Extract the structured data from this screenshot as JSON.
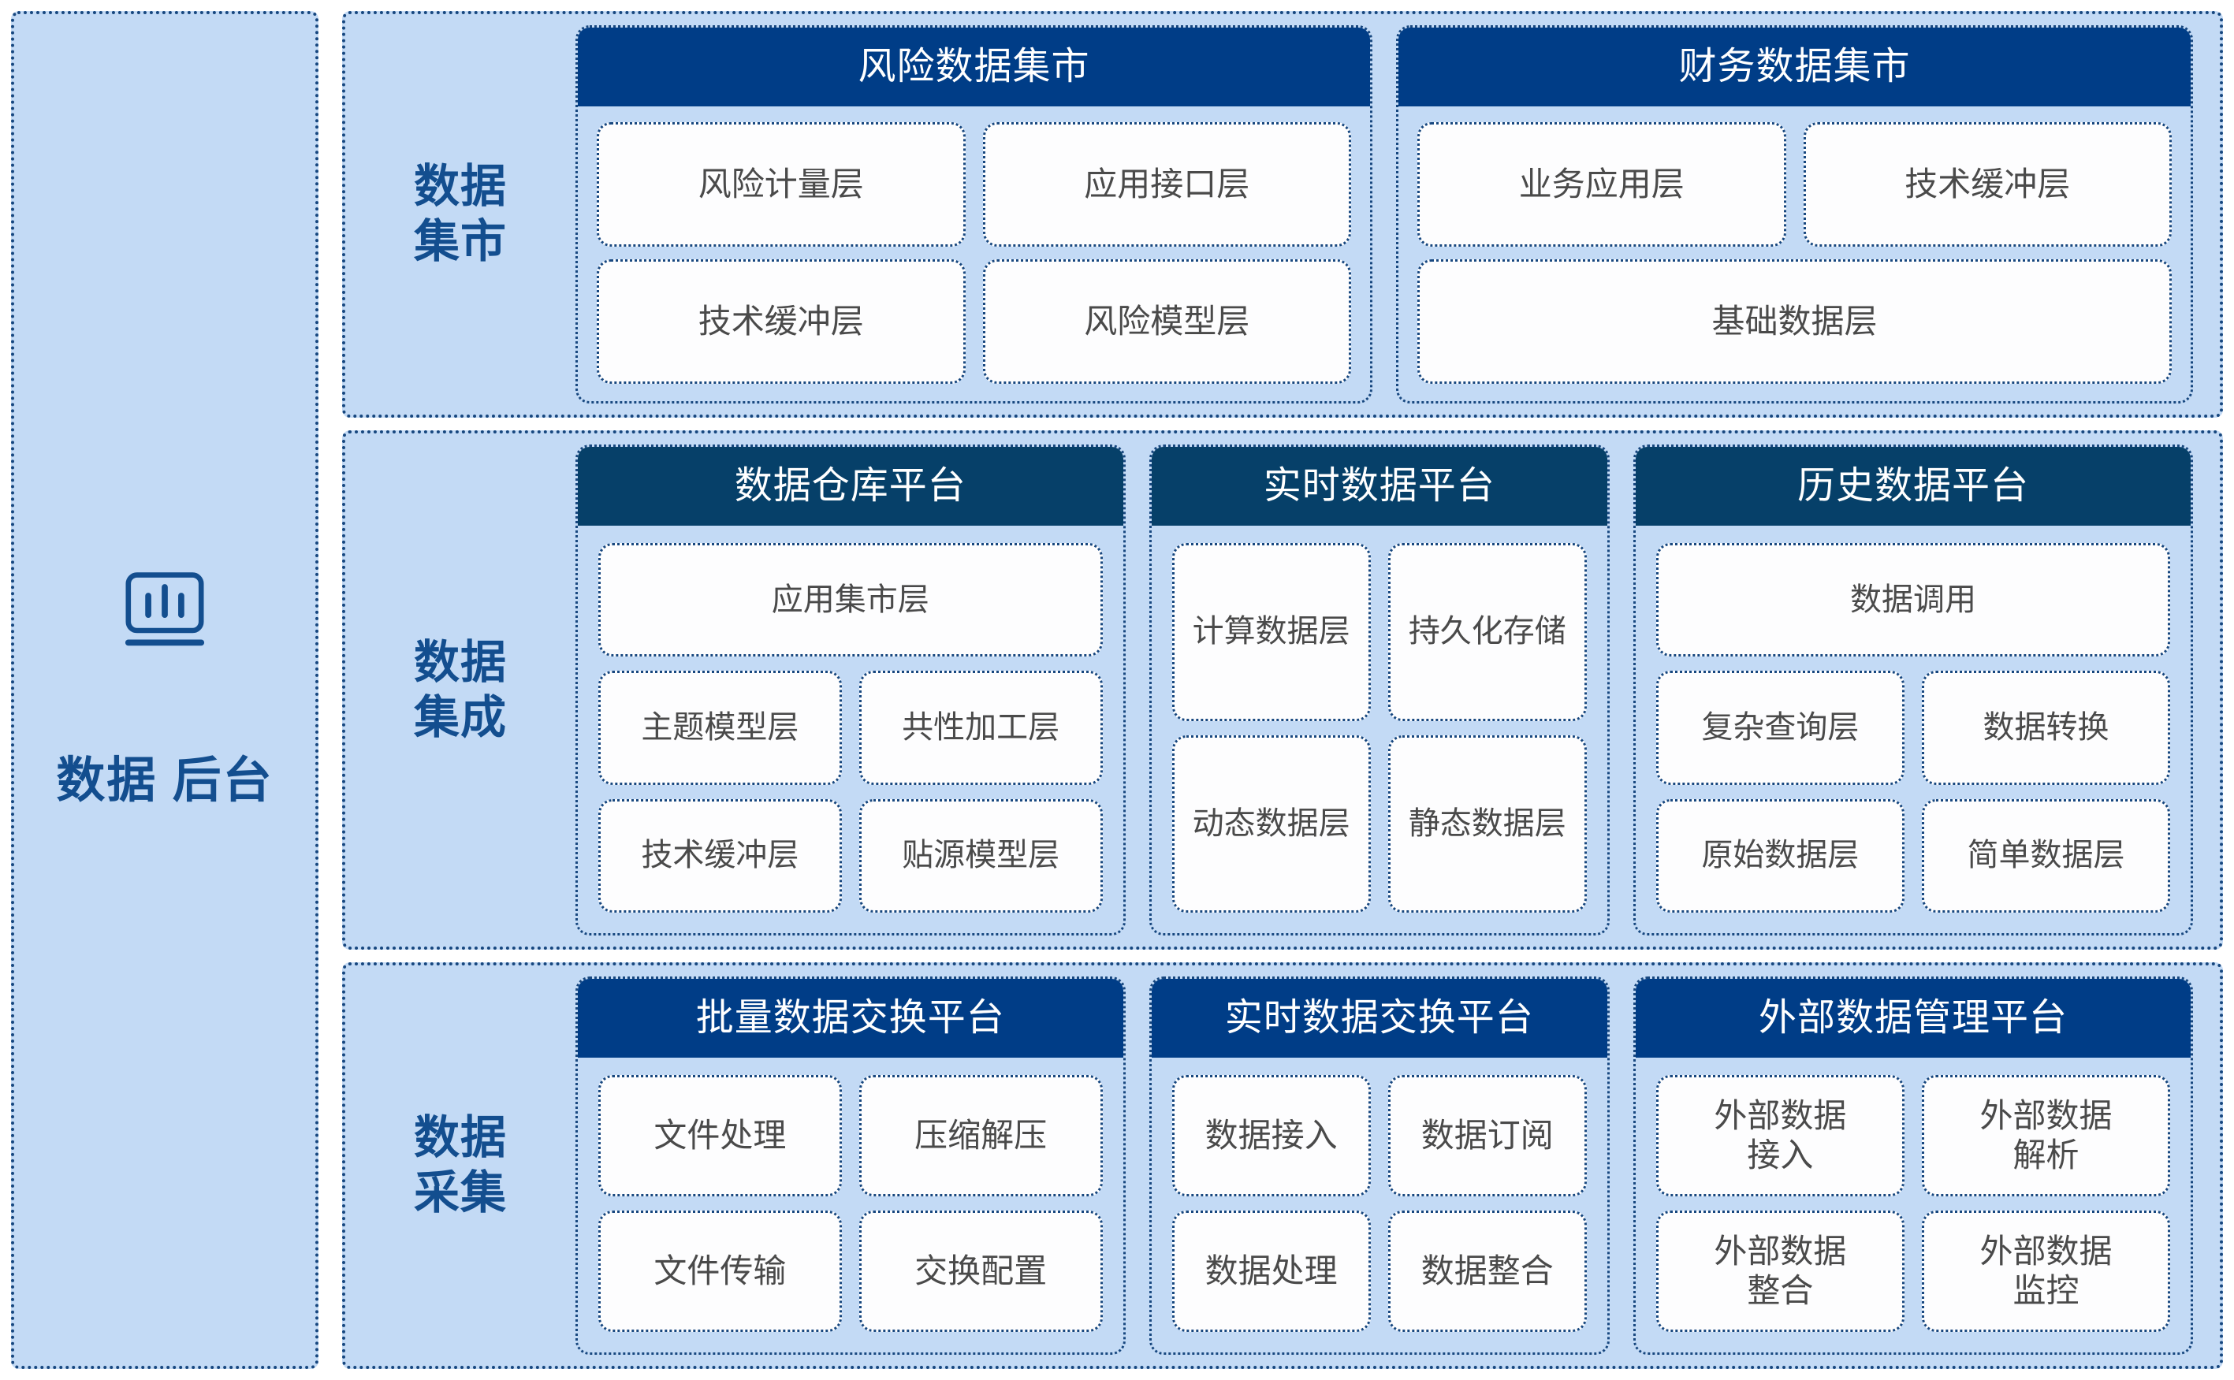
{
  "left_rail": {
    "icon": "bar-chart-icon",
    "title_line1": "数据",
    "title_line2": "后台"
  },
  "colors": {
    "header_blue": "#003d87",
    "header_navy": "#064069",
    "panel_light_blue": "#c3daf5",
    "border_blue": "#17477f",
    "label_blue": "#134e8f",
    "cell_bg": "#fdfdfe",
    "cell_text": "#4a4a4a"
  },
  "bands": [
    {
      "label_line1": "数据",
      "label_line2": "集市",
      "platforms": [
        {
          "title": "风险数据集市",
          "rows": [
            [
              "风险计量层",
              "应用接口层"
            ],
            [
              "技术缓冲层",
              "风险模型层"
            ]
          ]
        },
        {
          "title": "财务数据集市",
          "rows": [
            [
              "业务应用层",
              "技术缓冲层"
            ],
            [
              "基础数据层"
            ]
          ]
        }
      ]
    },
    {
      "label_line1": "数据",
      "label_line2": "集成",
      "platforms": [
        {
          "title": "数据仓库平台",
          "rows": [
            [
              "应用集市层"
            ],
            [
              "主题模型层",
              "共性加工层"
            ],
            [
              "技术缓冲层",
              "贴源模型层"
            ]
          ]
        },
        {
          "title": "实时数据平台",
          "rows": [
            [
              "计算数据层",
              "持久化存储"
            ],
            [
              "动态数据层",
              "静态数据层"
            ]
          ]
        },
        {
          "title": "历史数据平台",
          "rows": [
            [
              "数据调用"
            ],
            [
              "复杂查询层",
              "数据转换"
            ],
            [
              "原始数据层",
              "简单数据层"
            ]
          ]
        }
      ]
    },
    {
      "label_line1": "数据",
      "label_line2": "采集",
      "platforms": [
        {
          "title": "批量数据交换平台",
          "rows": [
            [
              "文件处理",
              "压缩解压"
            ],
            [
              "文件传输",
              "交换配置"
            ]
          ]
        },
        {
          "title": "实时数据交换平台",
          "rows": [
            [
              "数据接入",
              "数据订阅"
            ],
            [
              "数据处理",
              "数据整合"
            ]
          ]
        },
        {
          "title": "外部数据管理平台",
          "rows": [
            [
              "外部数据\n接入",
              "外部数据\n解析"
            ],
            [
              "外部数据\n整合",
              "外部数据\n监控"
            ]
          ]
        }
      ]
    }
  ]
}
